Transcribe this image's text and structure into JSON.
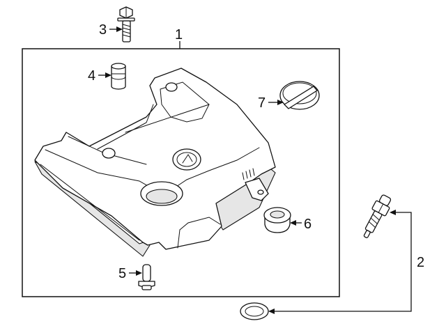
{
  "diagram": {
    "callouts": {
      "c1": "1",
      "c2": "2",
      "c3": "3",
      "c4": "4",
      "c5": "5",
      "c6": "6",
      "c7": "7"
    },
    "colors": {
      "line": "#111111",
      "background": "#ffffff"
    }
  }
}
